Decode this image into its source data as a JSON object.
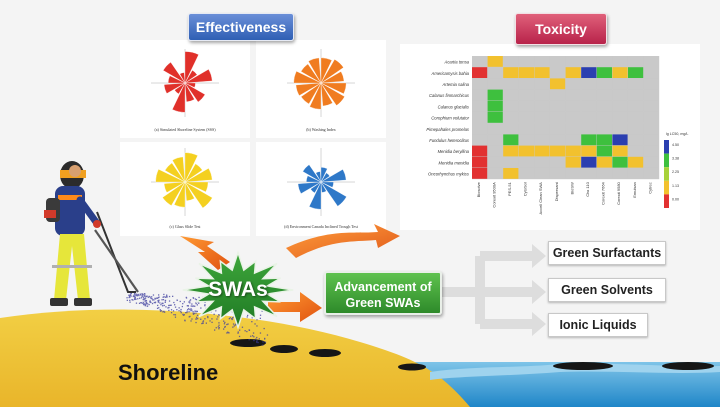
{
  "headers": {
    "effectiveness": "Effectiveness",
    "toxicity": "Toxicity"
  },
  "central": {
    "swas": "SWAs",
    "advancement_line1": "Advancement of",
    "advancement_line2": "Green SWAs"
  },
  "outcomes": [
    "Green Surfactants",
    "Green Solvents",
    "Ionic Liquids"
  ],
  "shoreline": "Shoreline",
  "effectiveness_panels": [
    {
      "caption": "(a) Simulated Shoreline System (SSS)",
      "color": "#e0302a"
    },
    {
      "caption": "(b) Washing Index",
      "color": "#f07c20"
    },
    {
      "caption": "(c) Glass Slide Test",
      "color": "#f4d020"
    },
    {
      "caption": "(d) Environment Canada Inclined Trough Test",
      "color": "#2e78c8"
    }
  ],
  "heatmap": {
    "species": [
      "Acartia tonsa",
      "Americamysis bahia",
      "Artemia salina",
      "Calanus finmarchicus",
      "Calanus glacialis",
      "Corophium volutator",
      "Pimepahales promelas",
      "Fundulus heteroclitus",
      "Menidia beryllina",
      "Menidia menidia",
      "Oncorhynchus mykiss"
    ],
    "agents": [
      "Biosolve",
      "Corexit 9500A",
      "PES-51",
      "CytoSol",
      "Accell Clean SWA",
      "Dispersant",
      "BioSW",
      "Chx 110",
      "Corexit 7664",
      "Corexit 9580",
      "Emulsan",
      "Cytrec"
    ],
    "legend_unit": "lg LC50, mg/L",
    "legend_values": [
      "4.50",
      "3.38",
      "2.25",
      "1.13",
      "0.00"
    ]
  }
}
